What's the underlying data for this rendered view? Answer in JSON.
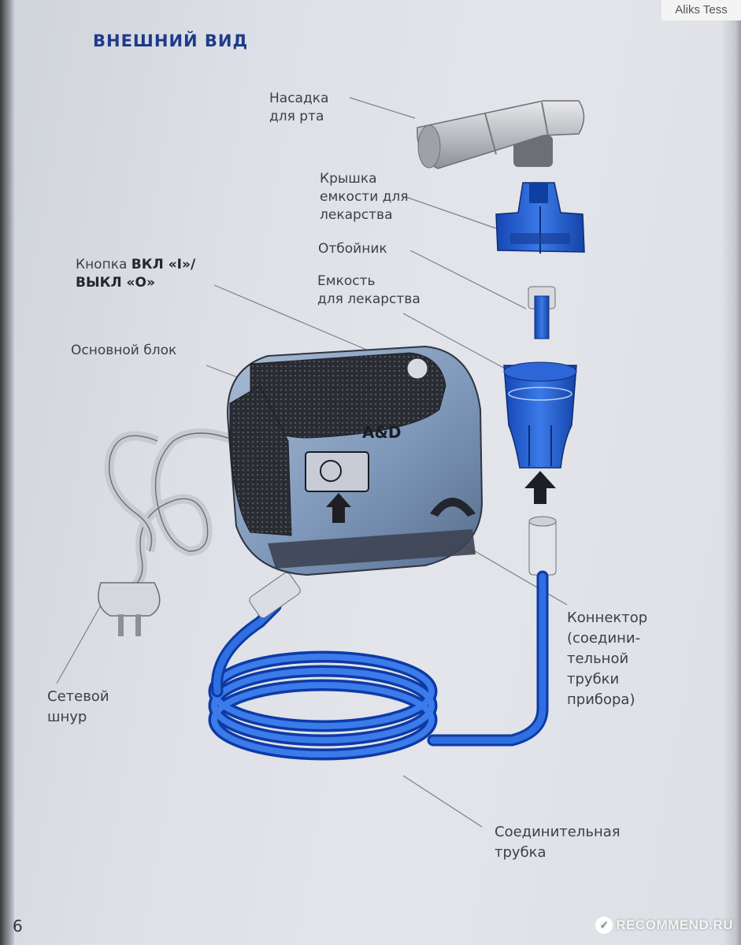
{
  "heading": "ВНЕШНИЙ ВИД",
  "labels": {
    "mouthpiece": [
      "Насадка",
      "для рта"
    ],
    "cap": [
      "Крышка",
      "емкости для",
      "лекарства"
    ],
    "baffle": "Отбойник",
    "power_button": {
      "prefix": "Кнопка ",
      "bold1": "ВКЛ «I»/",
      "bold2": "ВЫКЛ «О»"
    },
    "container": [
      "Емкость",
      "для лекарства"
    ],
    "main_unit": "Основной блок",
    "connector": [
      "Коннектор",
      "(соедини-",
      "тельной",
      "трубки",
      "прибора)"
    ],
    "power_cord": [
      "Сетевой",
      "шнур"
    ],
    "tube": [
      "Соединительная",
      "трубка"
    ]
  },
  "page_number": "6",
  "watermarks": {
    "author": "Aliks Tess",
    "site": "RECOMMEND.RU"
  },
  "colors": {
    "heading": "#1e3b8a",
    "part_blue": "#1f5bd1",
    "unit_body": "#7e97b8"
  }
}
